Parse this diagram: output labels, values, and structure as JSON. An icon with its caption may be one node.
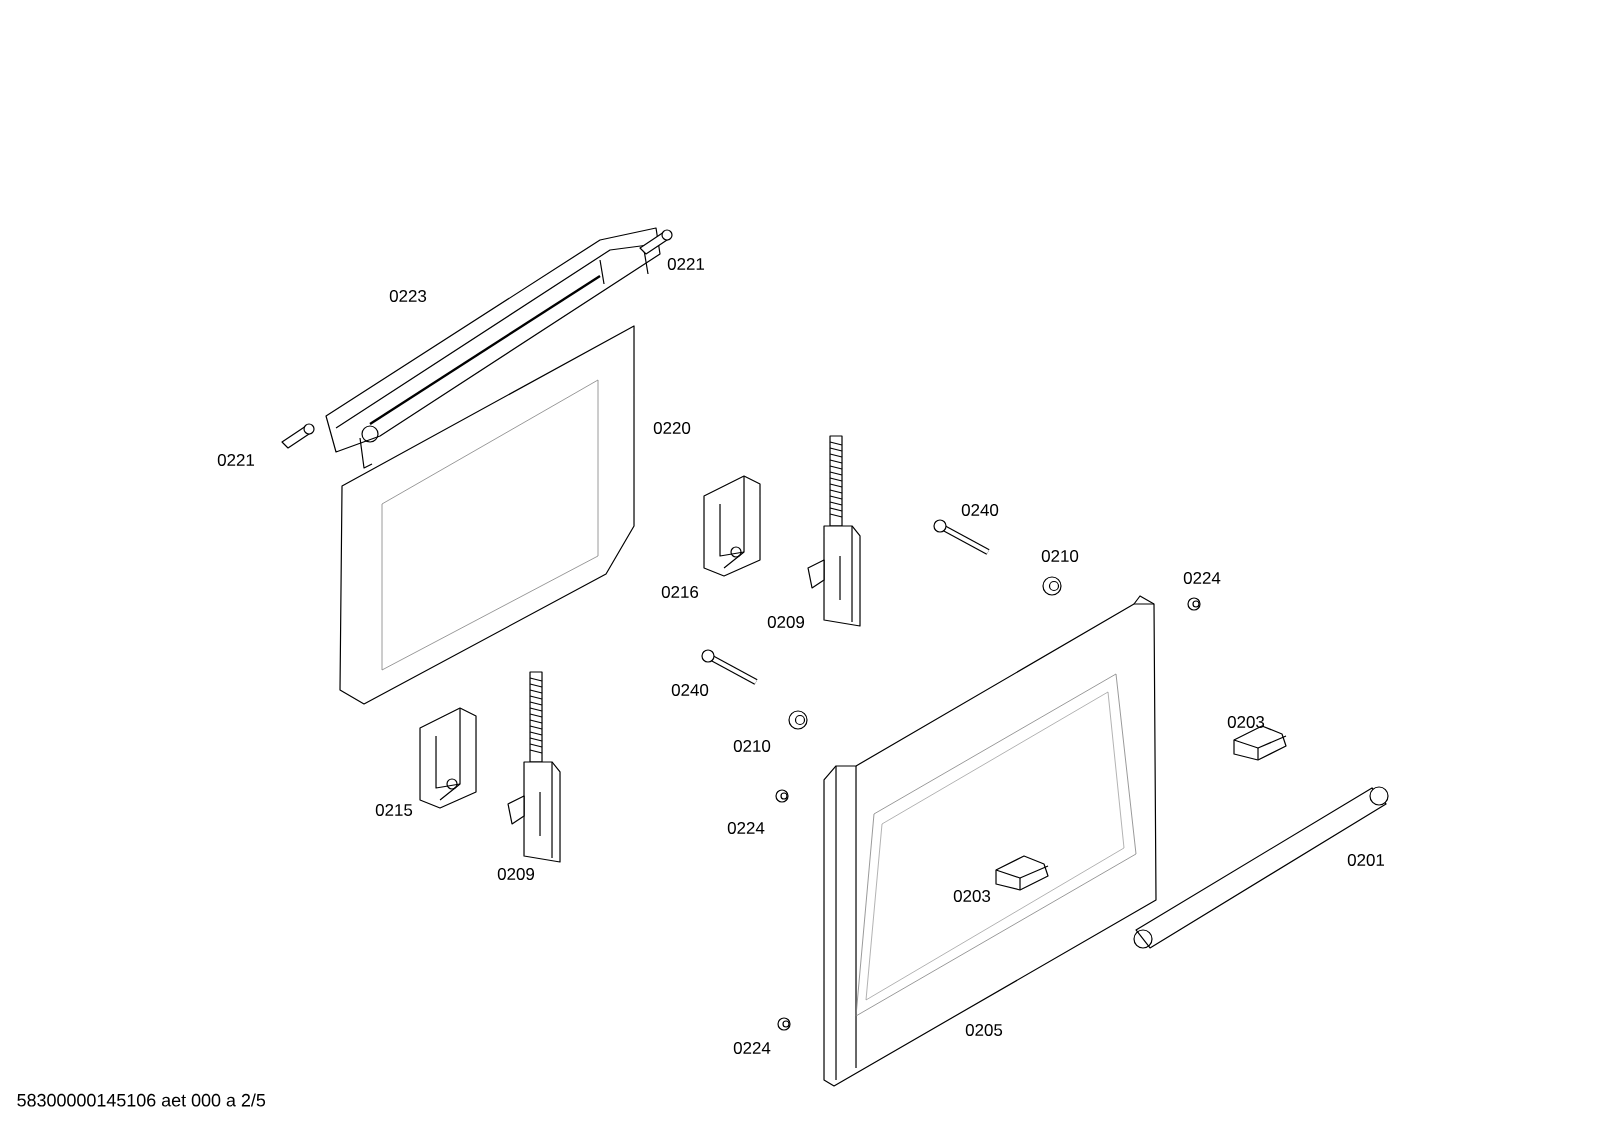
{
  "diagram": {
    "labels": [
      "0221",
      "0223",
      "0220",
      "0221",
      "0240",
      "0210",
      "0224",
      "0216",
      "0209",
      "0240",
      "0203",
      "0210",
      "0215",
      "0224",
      "0201",
      "0209",
      "0203",
      "0205",
      "0224",
      "58300000145106 aet 000 a 2/5"
    ]
  }
}
